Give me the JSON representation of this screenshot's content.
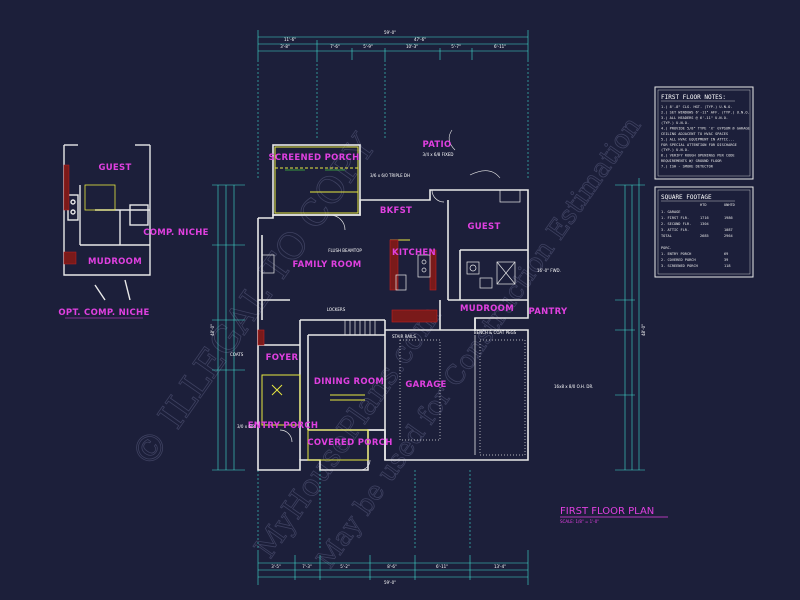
{
  "rooms": {
    "screened_porch": "SCREENED PORCH",
    "patio": "PATIO",
    "bkfst": "BKFST",
    "guest": "GUEST",
    "family_room": "FAMILY ROOM",
    "kitchen": "KITCHEN",
    "mudroom": "MUDROOM",
    "pantry": "PANTRY",
    "foyer": "FOYER",
    "dining_room": "DINING ROOM",
    "garage": "GARAGE",
    "entry_porch": "ENTRY PORCH",
    "covered_porch": "COVERED PORCH",
    "coats": "COATS"
  },
  "inset": {
    "guest": "GUEST",
    "mudroom": "MUDROOM",
    "comp_niche": "COMP. NICHE",
    "caption": "OPT. COMP. NICHE"
  },
  "notes_box": {
    "title": "FIRST FLOOR NOTES:",
    "lines": [
      "1.) 8'-8\" CLG. HGT. (TYP.) U.N.O.",
      "2.) SET WINDOWS 6'-11\" AFF. (TYP.) U.N.O.",
      "3.) ALL HEADERS @ 6'-11\" U.N.O.",
      "    (TYP.) U.N.O.",
      "4.) PROVIDE 5/8\" TYPE 'X' GYPSUM @ GARAGE",
      "    CEILING ADJACENT TO HVAC SPACES",
      "5.) ALL HVAC EQUIPMENT IN ATTIC...",
      "    FOR SPECIAL ATTENTION FOR DISCHARGE",
      "    (TYP.) U.N.O.",
      "6.) VERIFY ROUGH OPENINGS PER CODE",
      "    REQUIREMENTS W/ GROUND FLOOR",
      "7.) ISH - SMOKE DETECTOR"
    ]
  },
  "sqft_box": {
    "title": "SQUARE FOOTAGE",
    "col1": "HTD",
    "col2": "UNHTD",
    "rows": [
      {
        "label": "1. GARAGE",
        "v1": "",
        "v2": ""
      },
      {
        "label": "1. FIRST FLR.",
        "v1": "1716",
        "v2": "1986"
      },
      {
        "label": "2. SECOND FLR.",
        "v1": "1304",
        "v2": ""
      },
      {
        "label": "3. ATTIC FLR.",
        "v1": "",
        "v2": "1087"
      },
      {
        "label": "TOTAL",
        "v1": "2685",
        "v2": "2964"
      },
      {
        "label": "",
        "v1": "",
        "v2": ""
      },
      {
        "label": "PORC.",
        "v1": "",
        "v2": ""
      },
      {
        "label": "1. ENTRY PORCH",
        "v1": "",
        "v2": "69"
      },
      {
        "label": "2. COVERED PORCH",
        "v1": "",
        "v2": "39"
      },
      {
        "label": "3. SCREENED PORCH",
        "v1": "",
        "v2": "118"
      }
    ]
  },
  "dims": {
    "top_overall": "59'-0\"",
    "top_sub": [
      "11'-6\"",
      "47'-6\""
    ],
    "top_parts": [
      "3'-8\"",
      "7'-6\"",
      "5'-9\"",
      "10'-3\"",
      "5'-7\"",
      "6'-11\""
    ],
    "bottom_overall": "59'-0\"",
    "bottom_parts": [
      "3'-5\"",
      "7'-3\"",
      "5'-2\"",
      "8'-6\"",
      "6'-11\"",
      "13'-4\""
    ],
    "right_overall": "48'-0\"",
    "left_overall": "48'-0\""
  },
  "annotations": {
    "patio_size": "3/4 x 6/8 FIXED",
    "triple_dh": "3/6 x 6/0 TRIPLE DH",
    "garage_door": "16x8 x 8/0 O.H. DR.",
    "mudroom_note": "BENCH & COAT PEGS",
    "dims_note": "16'-0\" FWD.",
    "entry_door": "3/0 x 6/8",
    "stair_rails": "STAIR RAILS",
    "flush_beam": "FLUSH BEAMTOP",
    "lockers": "LOCKERS"
  },
  "plan_title": "FIRST FLOOR PLAN",
  "plan_scale": "SCALE: 1/8\" = 1'-0\"",
  "watermark": {
    "a": "© ILLEGAL TO COPY",
    "b": "MyHousePlans.com",
    "c": "May be used for Construction Estimation"
  },
  "colors": {
    "background": "#1c1f3a",
    "walls": "#e8e8e8",
    "dimensions": "#40e0d0",
    "rooms": "#e040e0",
    "annotations_yellow": "#e8e840",
    "hatch_red": "#c02020"
  }
}
